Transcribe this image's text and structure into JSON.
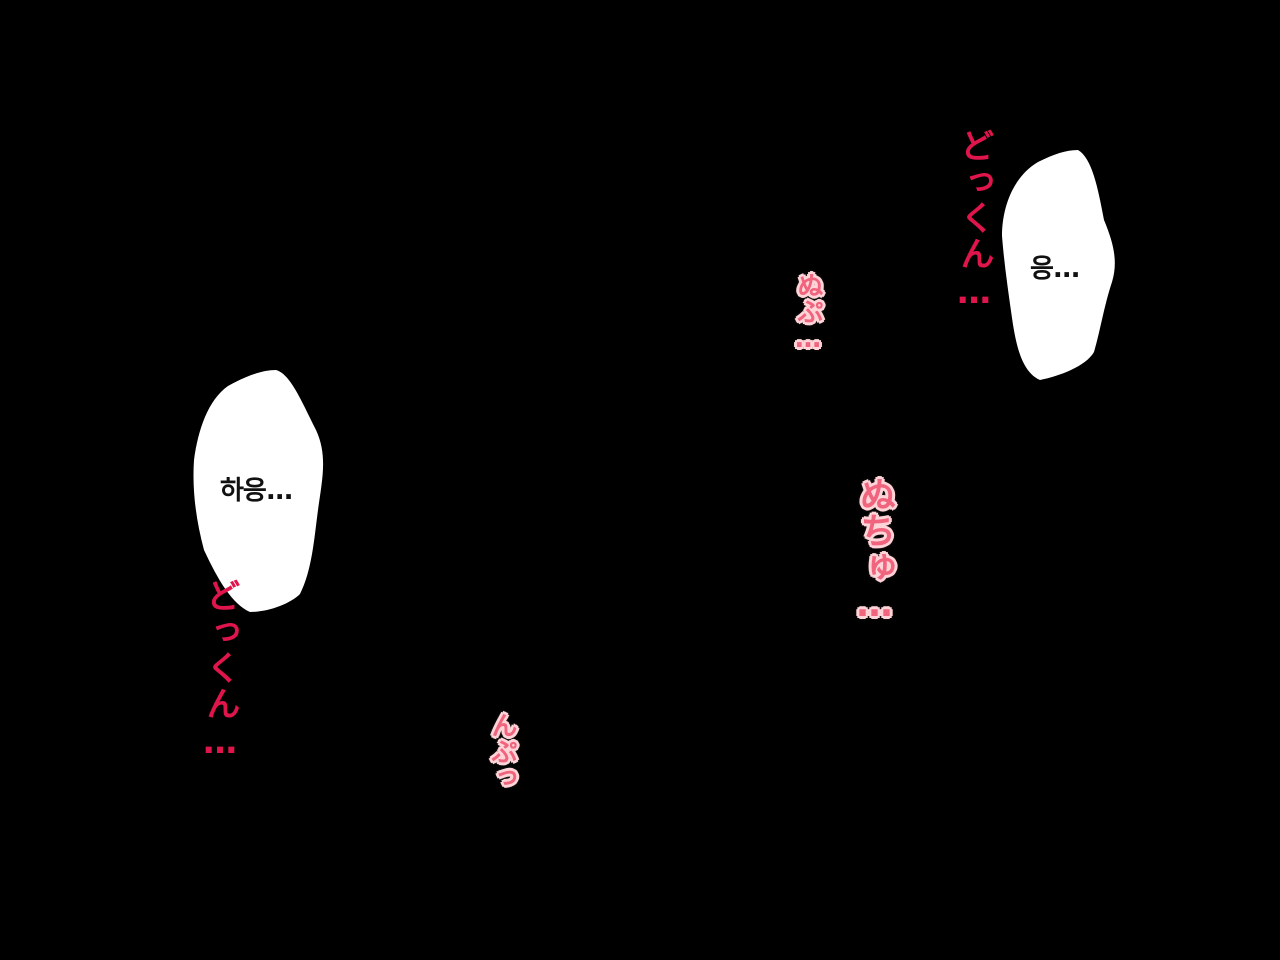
{
  "scene": {
    "background_color": "#000000",
    "bubble_color": "#ffffff",
    "bubble_text_color": "#111111",
    "sfx_red_color": "#e0154c",
    "sfx_pink_color": "#f0647e",
    "sfx_pink_outline_color": "#ffd4d8"
  },
  "bubbles": {
    "left": {
      "text": "하응..."
    },
    "right": {
      "text": "응..."
    }
  },
  "sfx": {
    "dokkun_right": "どっくん…",
    "nupu": "ぬぷ…",
    "nuchu": "ぬちゅ…",
    "dokkun_left": "どっくん…",
    "npu": "んぷっ"
  }
}
